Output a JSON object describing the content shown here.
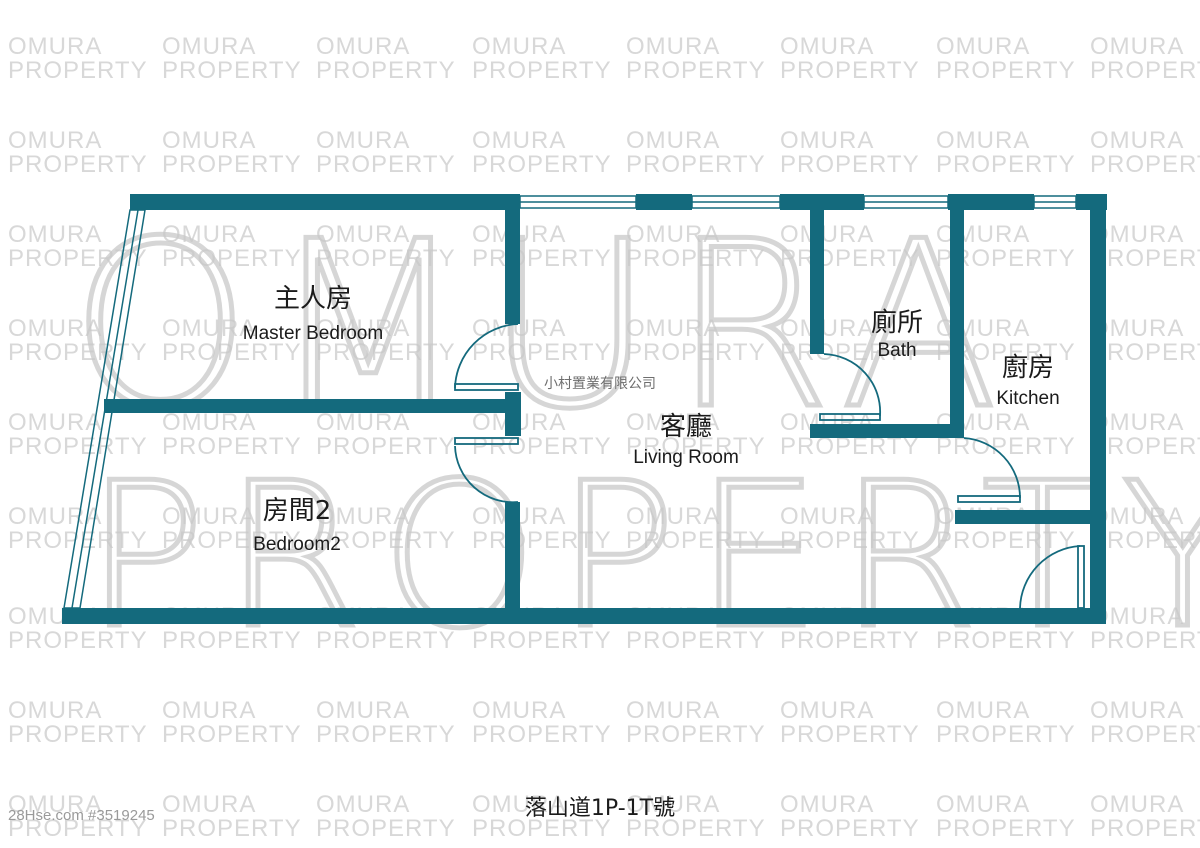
{
  "colors": {
    "wall": "#146a7d",
    "door_arc": "#146a7d",
    "watermark": "#d8d8d8",
    "text": "#1b1b1b"
  },
  "watermark": {
    "line1": "OMURA",
    "line2": "PROPERTY"
  },
  "rooms": {
    "master_bedroom": {
      "zh": "主人房",
      "en": "Master Bedroom"
    },
    "bedroom2": {
      "zh": "房間2",
      "en": "Bedroom2"
    },
    "living_room": {
      "zh": "客廳",
      "en": "Living Room"
    },
    "bath": {
      "zh": "廁所",
      "en": "Bath"
    },
    "kitchen": {
      "zh": "廚房",
      "en": "Kitchen"
    }
  },
  "agency_name": "小村置業有限公司",
  "address": "落山道1P-1T號",
  "listing_ref": "28Hse.com #3519245"
}
